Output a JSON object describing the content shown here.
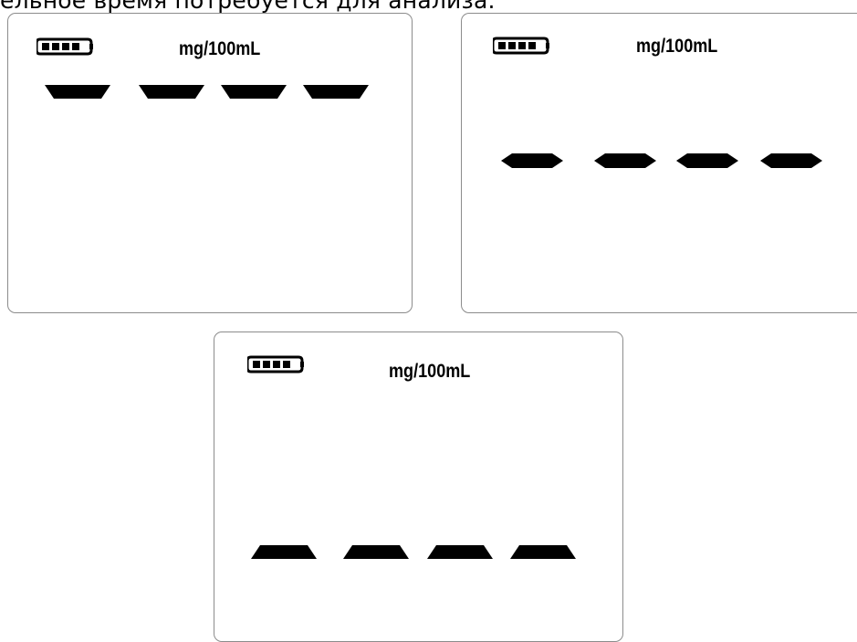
{
  "caption": "ельное время потребуется для анализа.",
  "panels": [
    {
      "unit": "mg/100mL",
      "reading": "- - - -",
      "dash_level": "top",
      "battery_icon": "battery-full-icon"
    },
    {
      "unit": "mg/100mL",
      "reading": "- - - -",
      "dash_level": "middle",
      "battery_icon": "battery-full-icon"
    },
    {
      "unit": "mg/100mL",
      "reading": "- - - -",
      "dash_level": "bottom",
      "battery_icon": "battery-full-icon"
    }
  ],
  "colors": {
    "segment": "#000000",
    "border": "#8c8c8c",
    "background": "#ffffff"
  }
}
